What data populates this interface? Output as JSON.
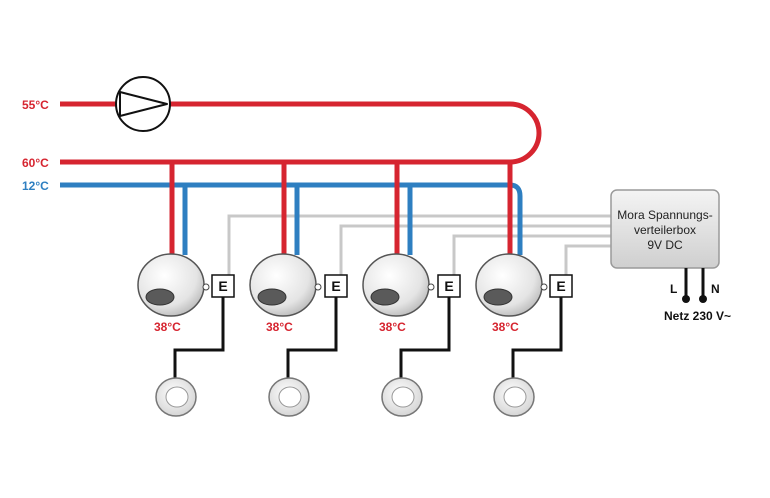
{
  "labels": {
    "loop_temp": "55°C",
    "hot_temp": "60°C",
    "cold_temp": "12°C",
    "mixed_temp": "38°C"
  },
  "outlets": [
    {
      "temp": "38°C",
      "module": "E"
    },
    {
      "temp": "38°C",
      "module": "E"
    },
    {
      "temp": "38°C",
      "module": "E"
    },
    {
      "temp": "38°C",
      "module": "E"
    }
  ],
  "distribution_box": {
    "line1": "Mora Spannungs-",
    "line2": "verteilerbox",
    "line3": "9V DC"
  },
  "mains": {
    "L": "L",
    "N": "N",
    "label": "Netz 230 V~"
  },
  "colors": {
    "hot": "#d62530",
    "cold": "#2e7fc1",
    "signal": "#c8c8c8",
    "cable": "#111111"
  }
}
